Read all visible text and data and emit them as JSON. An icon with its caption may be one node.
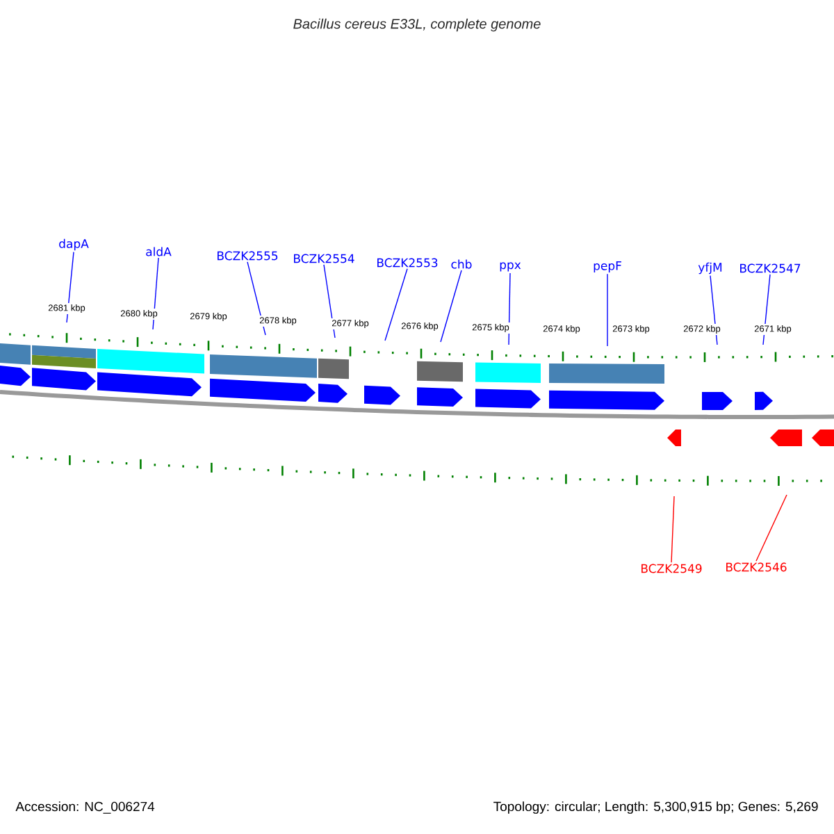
{
  "diagram": {
    "title": "Bacillus cereus E33L, complete genome",
    "nodes": [
      {
        "text": [
          "dapA"
        ]
      },
      {
        "text": [
          "aldA"
        ]
      },
      {
        "text": [
          "BCZK2555"
        ]
      },
      {
        "text": [
          "BCZK2554"
        ]
      },
      {
        "text": [
          "BCZK2553"
        ]
      },
      {
        "text": [
          "chb"
        ]
      },
      {
        "text": [
          "ppx"
        ]
      },
      {
        "text": [
          "pepF"
        ]
      },
      {
        "text": [
          "yfjM"
        ]
      },
      {
        "text": [
          "BCZK2547"
        ]
      },
      {
        "text": [
          "BCZK2549"
        ]
      },
      {
        "text": [
          "BCZK2546"
        ]
      },
      {
        "text": [],
        "shape": "picture"
      }
    ],
    "edges": [
      {
        "from": 0,
        "to": 12,
        "arrow": "none"
      },
      {
        "from": 1,
        "to": 12,
        "arrow": "none"
      },
      {
        "from": 2,
        "to": 12,
        "arrow": "none"
      },
      {
        "from": 3,
        "to": 12,
        "arrow": "none"
      },
      {
        "from": 4,
        "to": 12,
        "arrow": "none"
      },
      {
        "from": 5,
        "to": 12,
        "arrow": "none"
      },
      {
        "from": 6,
        "to": 12,
        "arrow": "none"
      },
      {
        "from": 7,
        "to": 12,
        "arrow": "none"
      },
      {
        "from": 8,
        "to": 12,
        "arrow": "none"
      },
      {
        "from": 9,
        "to": 12,
        "arrow": "none"
      },
      {
        "from": 10,
        "to": 12,
        "arrow": "none",
        "color": "#ff0000"
      },
      {
        "from": 11,
        "to": 12,
        "arrow": "none",
        "color": "#ff0000"
      }
    ],
    "labels": [
      "2681 kbp",
      "2680 kbp",
      "2679 kbp",
      "2678 kbp",
      "2677 kbp",
      "2676 kbp",
      "2675 kbp",
      "2674 kbp",
      "2673 kbp",
      "2672 kbp",
      "2671 kbp",
      "Accession: NC_006274",
      "Topology: circular; Length: 5,300,915 bp; Genes: 5,269"
    ]
  }
}
